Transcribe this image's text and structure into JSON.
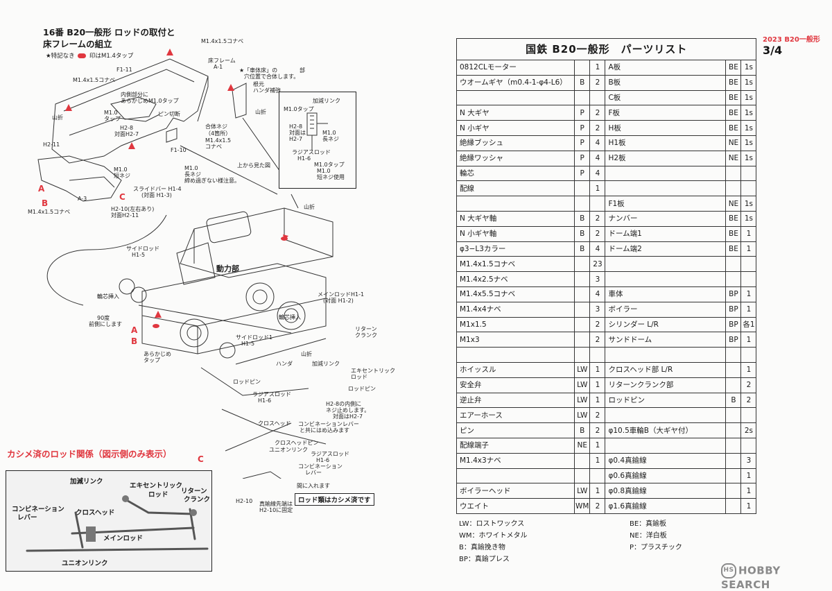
{
  "left": {
    "title_line1": "16番 B20一般形 ロッドの取付と",
    "title_line2": "床フレームの組立",
    "legend_a": "★特記なき",
    "legend_b": "印はM1.4タップ",
    "labels": {
      "l1": "M1.4x1.5コナベ",
      "l2": "床フレーム",
      "l3": "A-1",
      "l4": "★「車体床」の",
      "l5": "部",
      "l6": "穴位置で合体します。",
      "l7": "F1-11",
      "l8": "M1.4x1.5コナベ",
      "l9": "内側部分に",
      "l10": "あらかじめM1.0タップ",
      "l11": "根元",
      "l12": "ハンダ補強",
      "l13": "山折",
      "l14": "M1.0",
      "l15": "タップ",
      "l16": "ピン切断",
      "l17": "H2-8",
      "l18": "対面H2-7",
      "l19": "山折",
      "l20": "合体ネジ",
      "l21": "（4箇所）",
      "l22": "M1.4x1.5",
      "l23": "コナベ",
      "l24": "H2-11",
      "l25": "F1-10",
      "l26": "M1.0",
      "l27": "短ネジ",
      "l28": "M1.0",
      "l29": "長ネジ",
      "l30": "締め過ぎない様注意。",
      "l31": "スライドバー H1-4",
      "l32": "(対面 H1-3)",
      "l33": "A-3",
      "l34": "M1.4x1.5コナベ",
      "l35": "H2-10(左右あり)",
      "l36": "対面H2-11",
      "l37": "上から見た図",
      "l38": "山折",
      "l39": "サイドロッド",
      "l40": "H1-5",
      "l41": "動力部",
      "l42": "輪芯挿入",
      "l43": "90度",
      "l44": "前側にします",
      "l45": "輪芯挿入",
      "l46": "メインロッドH1-1",
      "l47": "(対面 H1-2)",
      "l48": "サイドロッド1",
      "l49": "H1-5",
      "l50": "リターン",
      "l51": "クランク",
      "l52": "あらかじめ",
      "l53": "タップ",
      "l54": "山折",
      "l55": "ハンダ",
      "l56": "加減リンク",
      "l57": "エキセントリック",
      "l58": "ロッド",
      "l59": "ロッドピン",
      "l60": "ロッドピン",
      "l61": "ラジアスロッド",
      "l62": "H1-6",
      "l63": "H2-8の内側に",
      "l64": "ネジ止めします。",
      "l65": "対面はH2-7",
      "l66": "クロスヘッド",
      "l67": "コンビネーションレバー",
      "l68": "と共にはめ込みます",
      "l69": "クロスヘッドピン",
      "l70": "ユニオンリンク",
      "l71": "ラジアスロッド",
      "l72": "H1-6",
      "l73": "コンビネーション",
      "l74": "レバー",
      "l75": "間に入れます",
      "l76": "H2-10",
      "l77": "真鍮線先端は",
      "l78": "H2-10に固定",
      "mark_a1": "A",
      "mark_b1": "B",
      "mark_c1": "C",
      "mark_a2": "A",
      "mark_b2": "B",
      "mark_c2": "C"
    },
    "inset": {
      "t1": "加減リンク",
      "t2": "M1.0タップ",
      "t3": "H2-8",
      "t4": "対面は",
      "t5": "H2-7",
      "t6": "M1.0",
      "t7": "長ネジ",
      "t8": "ラジアスロッド",
      "t9": "H1-6",
      "t10": "M1.0タップ",
      "t11": "M1.0",
      "t12": "短ネジ使用"
    },
    "callout": "ロッド類はカシメ済です",
    "rods_title": "カシメ済のロッド関係（図示側のみ表示）",
    "rods": {
      "r1": "加減リンク",
      "r2": "エキセントリック",
      "r3": "ロッド",
      "r4": "リターン",
      "r5": "クランク",
      "r6": "コンビネーション",
      "r7": "レバー",
      "r8": "クロスヘッド",
      "r9": "メインロッド",
      "r10": "ユニオンリンク"
    }
  },
  "right": {
    "page_label": "2023 B20一般形",
    "page_num": "3/4",
    "table_title": "国鉄 B20一般形　パーツリスト",
    "rows": [
      [
        "0812CLモーター",
        "",
        "1",
        "A板",
        "BE",
        "1s"
      ],
      [
        "ウオームギヤ（m0.4-1-φ4-L6）",
        "B",
        "2",
        "B板",
        "BE",
        "1s"
      ],
      [
        "",
        "",
        "",
        "C板",
        "BE",
        "1s"
      ],
      [
        "N 大ギヤ",
        "P",
        "2",
        "F板",
        "BE",
        "1s"
      ],
      [
        "N 小ギヤ",
        "P",
        "2",
        "H板",
        "BE",
        "1s"
      ],
      [
        "絶縁ブッシュ",
        "P",
        "4",
        "H1板",
        "NE",
        "1s"
      ],
      [
        "絶縁ワッシャ",
        "P",
        "4",
        "H2板",
        "NE",
        "1s"
      ],
      [
        "輪芯",
        "P",
        "4",
        "",
        "",
        ""
      ],
      [
        "配線",
        "",
        "1",
        "",
        "",
        ""
      ],
      [
        "",
        "",
        "",
        "F1板",
        "NE",
        "1s"
      ],
      [
        "N 大ギヤ軸",
        "B",
        "2",
        "ナンバー",
        "BE",
        "1s"
      ],
      [
        "N 小ギヤ軸",
        "B",
        "2",
        "ドーム端1",
        "BE",
        "1"
      ],
      [
        "φ3−L3カラー",
        "B",
        "4",
        "ドーム端2",
        "BE",
        "1"
      ],
      [
        "M1.4x1.5コナベ",
        "",
        "23",
        "",
        "",
        ""
      ],
      [
        "M1.4x2.5ナベ",
        "",
        "3",
        "",
        "",
        ""
      ],
      [
        "M1.4x5.5コナベ",
        "",
        "4",
        "車体",
        "BP",
        "1"
      ],
      [
        "M1.4x4ナベ",
        "",
        "3",
        "ボイラー",
        "BP",
        "1"
      ],
      [
        "M1x1.5",
        "",
        "2",
        "シリンダー L/R",
        "BP",
        "各1"
      ],
      [
        "M1x3",
        "",
        "2",
        "サンドドーム",
        "BP",
        "1"
      ],
      [
        "",
        "",
        "",
        "",
        "",
        ""
      ],
      [
        "ホイッスル",
        "LW",
        "1",
        "クロスヘッド部 L/R",
        "",
        "1"
      ],
      [
        "安全弁",
        "LW",
        "1",
        "リターンクランク部",
        "",
        "2"
      ],
      [
        "逆止弁",
        "LW",
        "1",
        "ロッドピン",
        "B",
        "2"
      ],
      [
        "エアーホース",
        "LW",
        "2",
        "",
        "",
        ""
      ],
      [
        "ピン",
        "B",
        "2",
        "φ10.5車輪B（大ギヤ付）",
        "",
        "2s"
      ],
      [
        "配線端子",
        "NE",
        "1",
        "",
        "",
        ""
      ],
      [
        "M1.4x3ナベ",
        "",
        "1",
        "φ0.4真鍮線",
        "",
        "3"
      ],
      [
        "",
        "",
        "",
        "φ0.6真鍮線",
        "",
        "1"
      ],
      [
        "ボイラーヘッド",
        "LW",
        "1",
        "φ0.8真鍮線",
        "",
        "1"
      ],
      [
        "ウエイト",
        "WM",
        "2",
        "φ1.6真鍮線",
        "",
        "1"
      ]
    ],
    "footnote": {
      "lw": "LW：ロストワックス",
      "wm": "WM：ホワイトメタル",
      "b": "B：真鍮挽き物",
      "bp": "BP：真鍮プレス",
      "be": "BE：真鍮板",
      "ne": "NE：洋白板",
      "p": "P：プラスチック"
    },
    "watermark": "HOBBY SEARCH",
    "watermark_logo": "HS"
  }
}
